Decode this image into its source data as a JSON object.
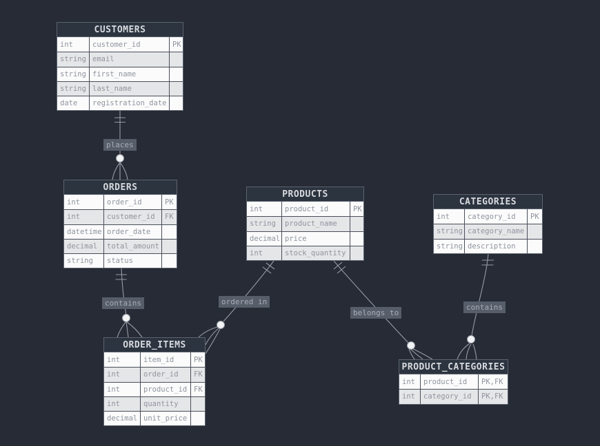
{
  "colors": {
    "background": "#262b35",
    "table_header_bg": "#2c3440",
    "table_header_text": "#d7dade",
    "row_bg": "#fbfbfc",
    "row_alt_bg": "#e5e6e8",
    "cell_text": "#8f949c",
    "grid_border": "#474d57",
    "outer_border": "#5d6470",
    "connector": "#969ca6",
    "circle_fill": "#f2f3f5",
    "label_bg": "#575e69",
    "label_text": "#a9aeb7"
  },
  "tables": {
    "customers": {
      "title": "CUSTOMERS",
      "rows": [
        {
          "type": "int",
          "field": "customer_id",
          "key": "PK"
        },
        {
          "type": "string",
          "field": "email",
          "key": ""
        },
        {
          "type": "string",
          "field": "first_name",
          "key": ""
        },
        {
          "type": "string",
          "field": "last_name",
          "key": ""
        },
        {
          "type": "date",
          "field": "registration_date",
          "key": ""
        }
      ]
    },
    "orders": {
      "title": "ORDERS",
      "rows": [
        {
          "type": "int",
          "field": "order_id",
          "key": "PK"
        },
        {
          "type": "int",
          "field": "customer_id",
          "key": "FK"
        },
        {
          "type": "datetime",
          "field": "order_date",
          "key": ""
        },
        {
          "type": "decimal",
          "field": "total_amount",
          "key": ""
        },
        {
          "type": "string",
          "field": "status",
          "key": ""
        }
      ]
    },
    "products": {
      "title": "PRODUCTS",
      "rows": [
        {
          "type": "int",
          "field": "product_id",
          "key": "PK"
        },
        {
          "type": "string",
          "field": "product_name",
          "key": ""
        },
        {
          "type": "decimal",
          "field": "price",
          "key": ""
        },
        {
          "type": "int",
          "field": "stock_quantity",
          "key": ""
        }
      ]
    },
    "categories": {
      "title": "CATEGORIES",
      "rows": [
        {
          "type": "int",
          "field": "category_id",
          "key": "PK"
        },
        {
          "type": "string",
          "field": "category_name",
          "key": ""
        },
        {
          "type": "string",
          "field": "description",
          "key": ""
        }
      ]
    },
    "order_items": {
      "title": "ORDER_ITEMS",
      "rows": [
        {
          "type": "int",
          "field": "item_id",
          "key": "PK"
        },
        {
          "type": "int",
          "field": "order_id",
          "key": "FK"
        },
        {
          "type": "int",
          "field": "product_id",
          "key": "FK"
        },
        {
          "type": "int",
          "field": "quantity",
          "key": ""
        },
        {
          "type": "decimal",
          "field": "unit_price",
          "key": ""
        }
      ]
    },
    "product_categories": {
      "title": "PRODUCT_CATEGORIES",
      "rows": [
        {
          "type": "int",
          "field": "product_id",
          "key": "PK,FK"
        },
        {
          "type": "int",
          "field": "category_id",
          "key": "PK,FK"
        }
      ]
    }
  },
  "relationships": {
    "places": {
      "label": "places",
      "from": "CUSTOMERS",
      "to": "ORDERS",
      "from_cardinality": "exactly-one",
      "to_cardinality": "zero-or-many"
    },
    "orders_contains": {
      "label": "contains",
      "from": "ORDERS",
      "to": "ORDER_ITEMS",
      "from_cardinality": "exactly-one",
      "to_cardinality": "zero-or-many"
    },
    "ordered_in": {
      "label": "ordered in",
      "from": "PRODUCTS",
      "to": "ORDER_ITEMS",
      "from_cardinality": "exactly-one",
      "to_cardinality": "zero-or-many"
    },
    "belongs_to": {
      "label": "belongs to",
      "from": "PRODUCTS",
      "to": "PRODUCT_CATEGORIES",
      "from_cardinality": "exactly-one",
      "to_cardinality": "zero-or-many"
    },
    "categories_contains": {
      "label": "contains",
      "from": "CATEGORIES",
      "to": "PRODUCT_CATEGORIES",
      "from_cardinality": "exactly-one",
      "to_cardinality": "zero-or-many"
    }
  }
}
